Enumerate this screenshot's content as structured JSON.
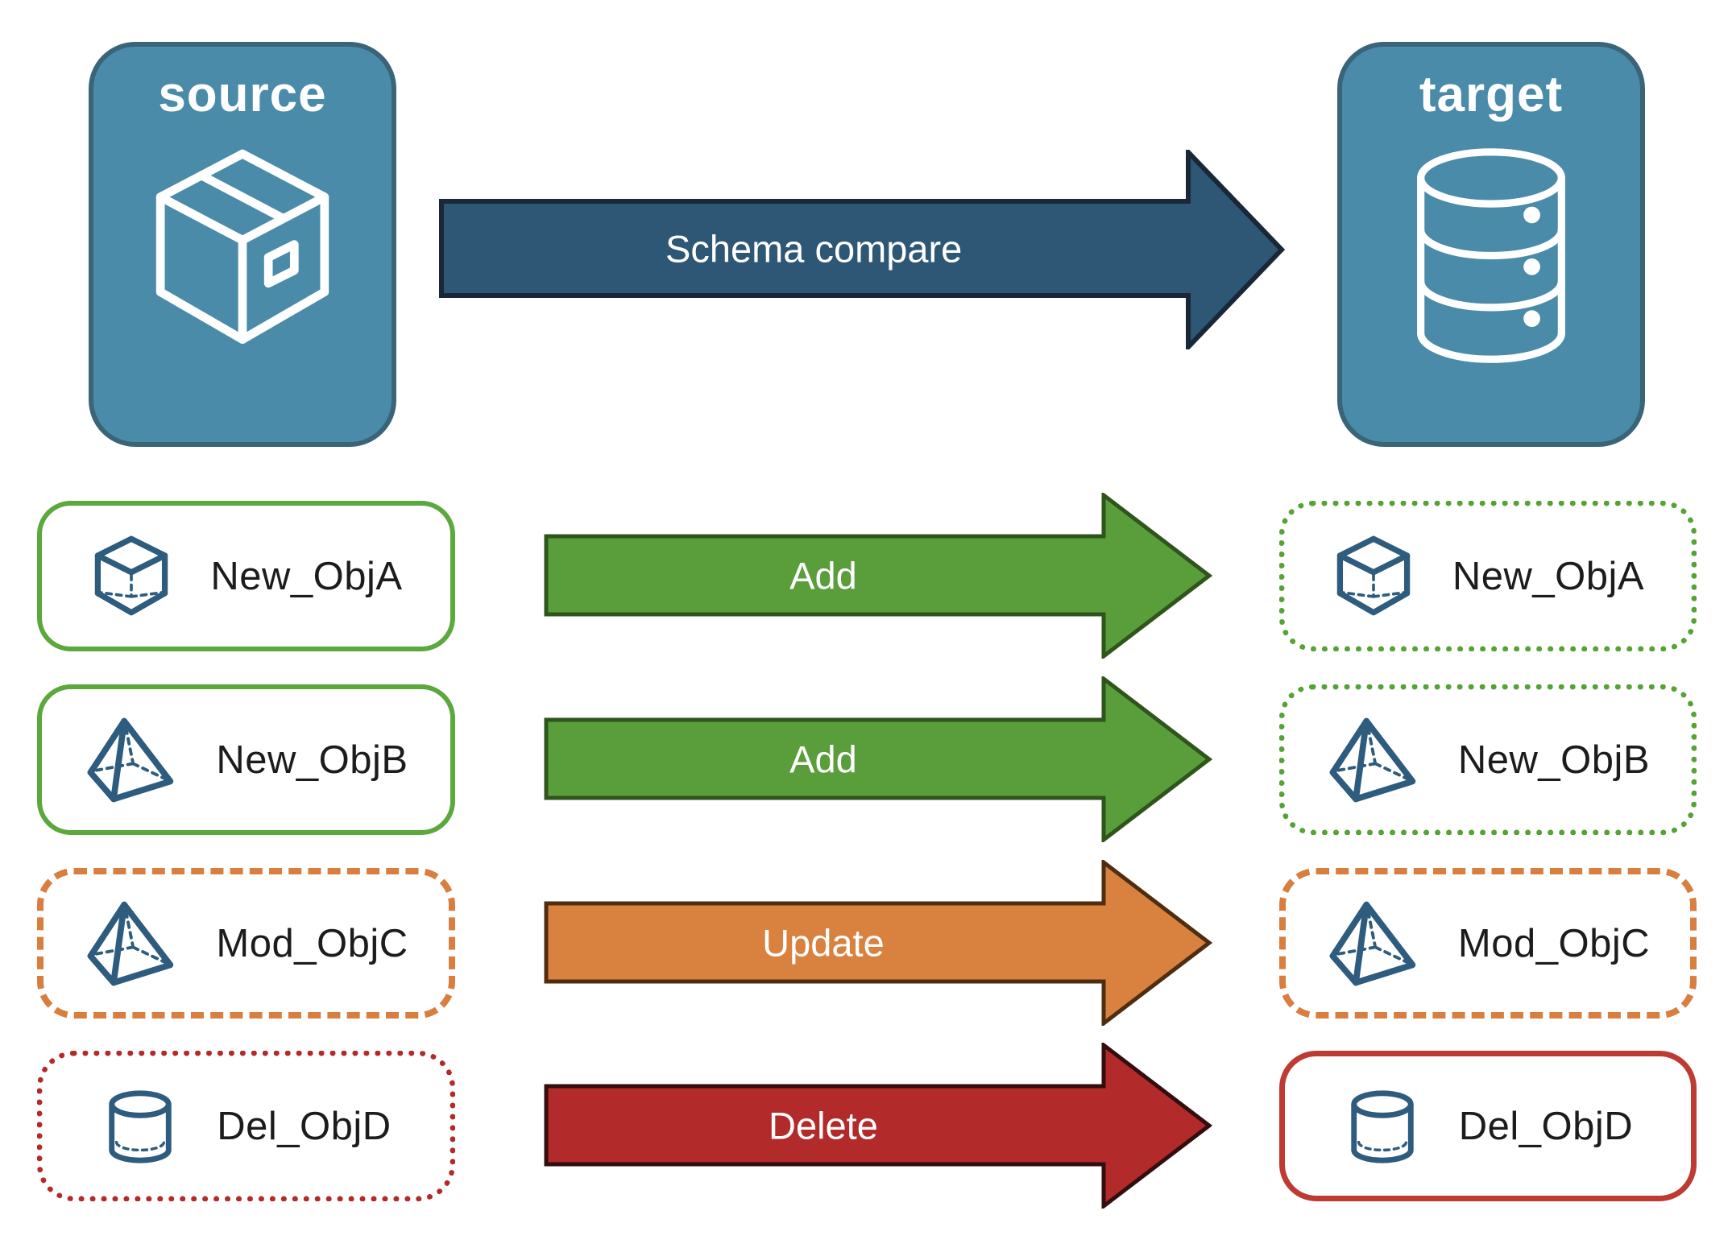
{
  "header": {
    "source": {
      "label": "source",
      "icon": "package-box-icon"
    },
    "target": {
      "label": "target",
      "icon": "database-icon"
    },
    "arrow": {
      "label": "Schema compare"
    }
  },
  "rows": [
    {
      "name": "New_ObjA",
      "icon": "cube-icon",
      "action": "Add",
      "source_box_style": "solid-green",
      "target_box_style": "dotted-green"
    },
    {
      "name": "New_ObjB",
      "icon": "pyramid-icon",
      "action": "Add",
      "source_box_style": "solid-green",
      "target_box_style": "dotted-green"
    },
    {
      "name": "Mod_ObjC",
      "icon": "pyramid-icon",
      "action": "Update",
      "source_box_style": "dashed-orange",
      "target_box_style": "dashed-orange"
    },
    {
      "name": "Del_ObjD",
      "icon": "cylinder-icon",
      "action": "Delete",
      "source_box_style": "dotted-red",
      "target_box_style": "solid-red"
    }
  ],
  "colors": {
    "node_fill": "#4A8BA9",
    "node_border": "#3A6478",
    "schema_arrow_fill": "#2E5776",
    "schema_arrow_border": "#1A2736",
    "add_arrow_fill": "#5A9E3C",
    "add_arrow_border": "#2F541C",
    "update_arrow_fill": "#D9813F",
    "update_arrow_border": "#4E2D11",
    "delete_arrow_fill": "#B22A2A",
    "delete_arrow_border": "#330E0E",
    "green_solid_border": "#5BA83C",
    "green_dotted_border": "#56A235",
    "orange_dashed_border": "#D97E3E",
    "red_dotted_border": "#B22A2A",
    "red_solid_border": "#BE3B34",
    "object_icon_blue": "#2E5C7E",
    "label_text": "#1c1c1c",
    "background": "#ffffff"
  }
}
